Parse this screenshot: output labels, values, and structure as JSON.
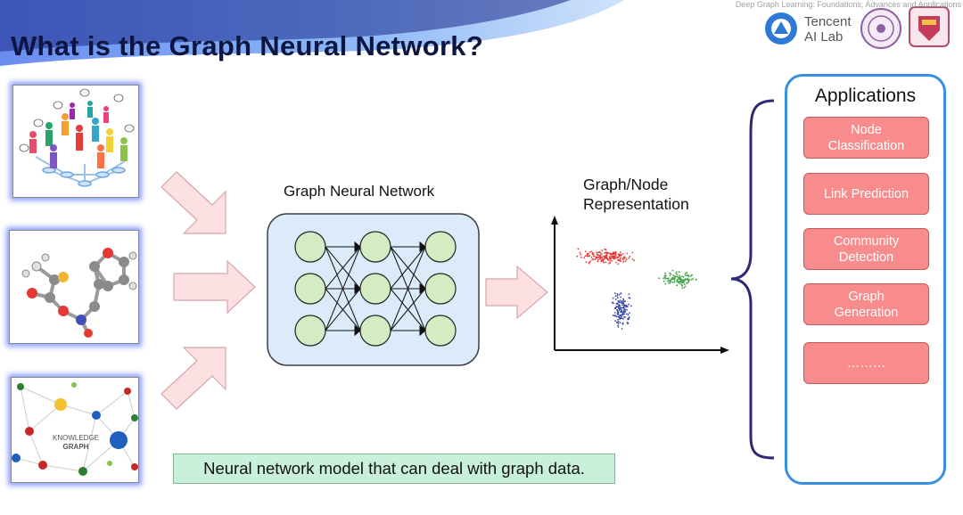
{
  "slide": {
    "title": "What is the Graph Neural Network?",
    "header_note": "Deep Graph Learning: Foundations, Advances and Applications",
    "tencent_line1": "Tencent",
    "tencent_line2": "AI Lab"
  },
  "diagram": {
    "gnn_label": "Graph Neural Network",
    "representation_line1": "Graph/Node",
    "representation_line2": "Representation",
    "caption": "Neural network model that can deal with graph data.",
    "knowledge_graph_line1": "KNOWLEDGE",
    "knowledge_graph_line2": "GRAPH"
  },
  "applications": {
    "title": "Applications",
    "items": [
      {
        "line1": "Node",
        "line2": "Classification"
      },
      {
        "line1": "Link Prediction",
        "line2": ""
      },
      {
        "line1": "Community",
        "line2": "Detection"
      },
      {
        "line1": "Graph",
        "line2": "Generation"
      },
      {
        "line1": "………",
        "line2": ""
      }
    ]
  },
  "colors": {
    "title": "#0d1640",
    "panel_border": "#3a90e0",
    "app_fill": "#f88b8b",
    "gnn_box": "#dcebfa",
    "node_fill": "#d5ebc4",
    "caption_fill": "#c9f0da",
    "arrow_fill": "#fde0e2",
    "brace": "#2d2a75"
  }
}
